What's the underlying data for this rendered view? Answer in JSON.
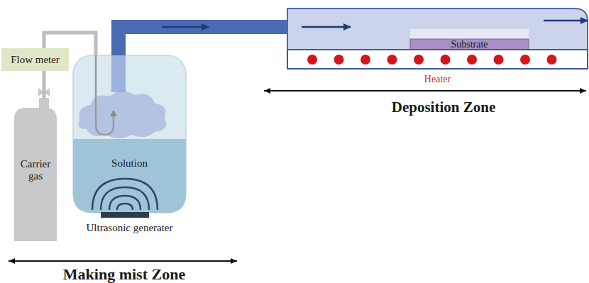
{
  "diagram": {
    "nodes": [
      {
        "text": [
          "Carrier gas"
        ]
      },
      {
        "text": [
          "Flow meter"
        ]
      },
      {
        "text": [
          "Ultrasonic generater"
        ]
      },
      {
        "text": [
          "Solution"
        ],
        "in": 2
      },
      {
        "text": [
          "Substrate"
        ]
      },
      {
        "text": [
          "Heater"
        ]
      }
    ],
    "edges": [
      {
        "from": 0,
        "to": 1,
        "arrow": "none"
      },
      {
        "from": 1,
        "to": 2,
        "arrow": "none"
      }
    ],
    "labels": [
      "Deposition Zone",
      "Making mist Zone"
    ]
  }
}
